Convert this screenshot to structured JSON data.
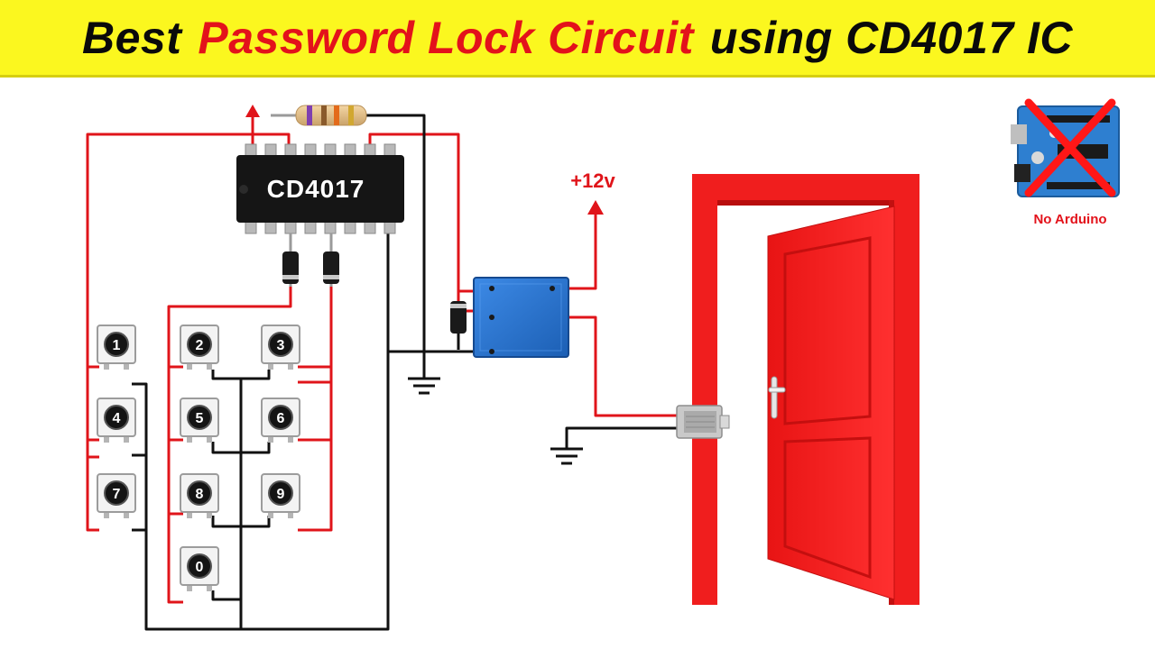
{
  "title": {
    "part1": "Best",
    "part2": "Password Lock Circuit",
    "part3": "using CD4017 IC"
  },
  "ic": {
    "label": "CD4017"
  },
  "power": {
    "label": "+12v"
  },
  "badge": {
    "label": "No Arduino"
  },
  "keypad": {
    "keys": [
      "1",
      "2",
      "3",
      "4",
      "5",
      "6",
      "7",
      "8",
      "9",
      "0"
    ]
  },
  "colors": {
    "banner": "#fbf71f",
    "title_red": "#e3121b",
    "wire_red": "#e0141a",
    "wire_black": "#111111",
    "door": "#f01e1e",
    "relay": "#2a78d4"
  },
  "icons": [
    "resistor-icon",
    "diode-icon",
    "relay-icon",
    "ground-icon",
    "push-button-icon",
    "door-icon",
    "solenoid-lock-icon",
    "arduino-board-icon",
    "cross-icon"
  ]
}
